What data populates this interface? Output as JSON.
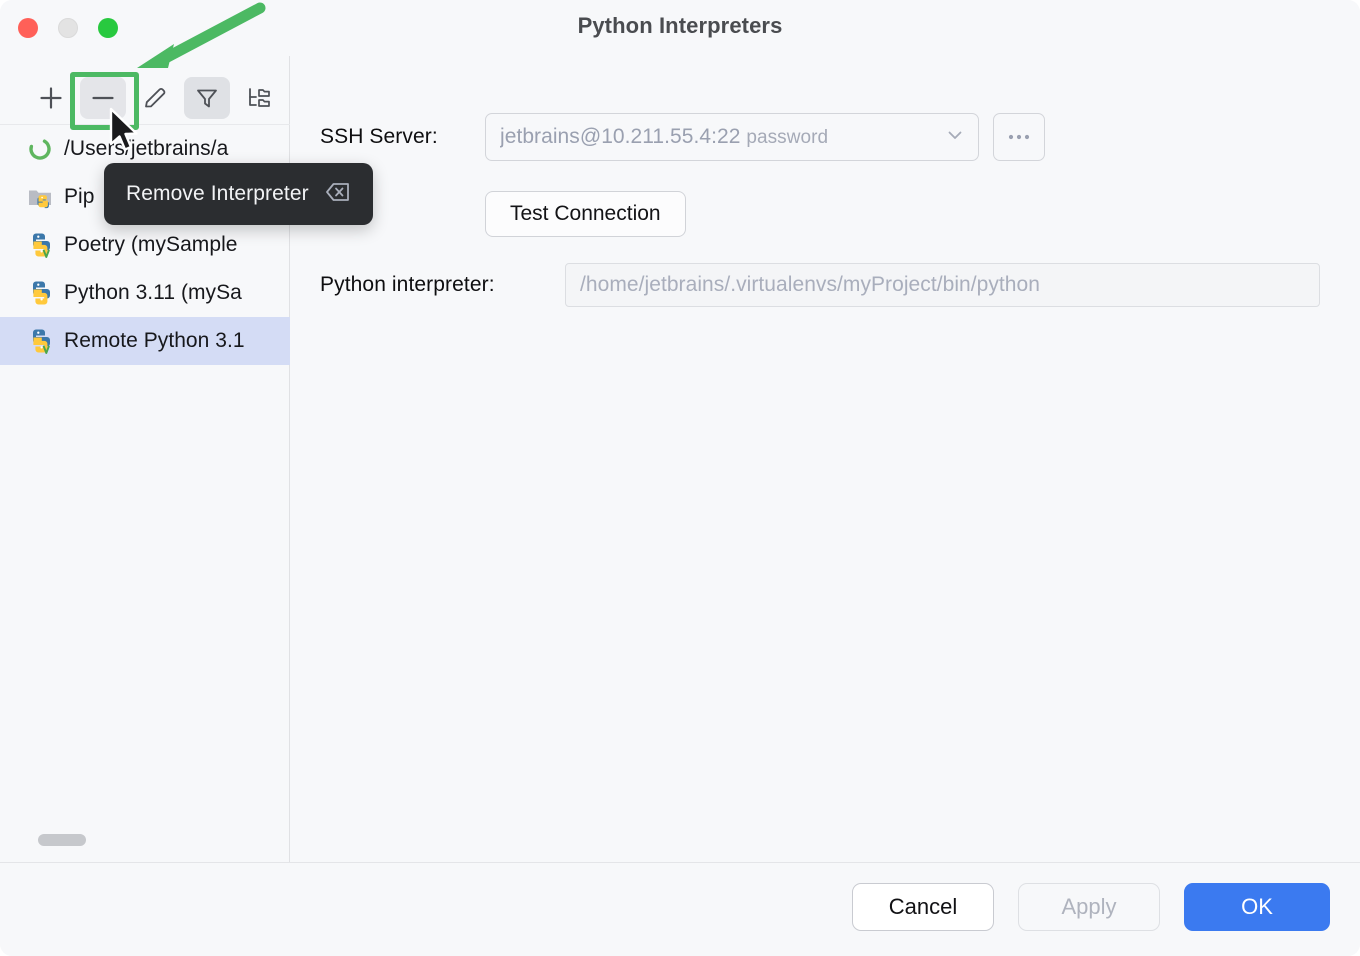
{
  "window": {
    "title": "Python Interpreters",
    "traffic_lights": [
      "close-red",
      "minimize-amber",
      "zoom-green"
    ]
  },
  "toolbar": {
    "buttons": [
      {
        "name": "add-interpreter",
        "icon": "plus-icon",
        "label": "Add Interpreter"
      },
      {
        "name": "remove-interpreter",
        "icon": "minus-icon",
        "label": "Remove Interpreter"
      },
      {
        "name": "edit-interpreter",
        "icon": "pencil-icon",
        "label": "Edit Interpreter"
      },
      {
        "name": "filter-interpreters",
        "icon": "filter-icon",
        "label": "Filter"
      },
      {
        "name": "group-interpreters",
        "icon": "tree-group-icon",
        "label": "Group By"
      }
    ]
  },
  "interpreter_list": {
    "items": [
      {
        "label": "/Users/jetbrains/a",
        "icon": "loading-spinner-icon",
        "selected": false
      },
      {
        "label": "Pip",
        "icon": "pipenv-folder-python-icon",
        "selected": false
      },
      {
        "label": "Poetry (mySample",
        "icon": "python-venv-icon",
        "selected": false
      },
      {
        "label": "Python 3.11 (mySa",
        "icon": "python-icon",
        "selected": false
      },
      {
        "label": "Remote Python 3.1",
        "icon": "python-venv-icon",
        "selected": true
      }
    ]
  },
  "tooltip": {
    "text": "Remove Interpreter",
    "shortcut_icon": "delete-key-icon"
  },
  "details": {
    "ssh_server": {
      "label": "SSH Server:",
      "value": "jetbrains@10.211.55.4:22",
      "auth": "password",
      "chevron_icon": "chevron-down-icon",
      "more_button_icon": "ellipsis-icon"
    },
    "test_connection_label": "Test Connection",
    "python_interpreter": {
      "label": "Python interpreter:",
      "value": "/home/jetbrains/.virtualenvs/myProject/bin/python"
    }
  },
  "footer": {
    "cancel_label": "Cancel",
    "apply_label": "Apply",
    "ok_label": "OK"
  },
  "colors": {
    "accent_blue": "#3B7AF0",
    "annotation_green": "#4CB963",
    "selection_blue": "#D4DCF5",
    "tooltip_bg": "#2B2D30",
    "window_bg": "#F7F8FA"
  }
}
